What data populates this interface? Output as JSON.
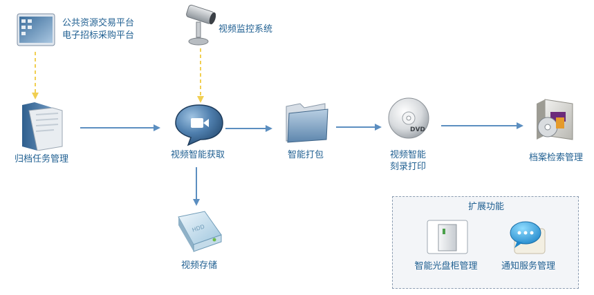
{
  "nodes": {
    "platform": {
      "line1": "公共资源交易平台",
      "line2": "电子招标采购平台"
    },
    "camera": {
      "label": "视频监控系统"
    },
    "archive_task": {
      "label": "归档任务管理"
    },
    "video_capture": {
      "label": "视频智能获取"
    },
    "packaging": {
      "label": "智能打包"
    },
    "burning": {
      "line1": "视频智能",
      "line2": "刻录打印"
    },
    "retrieval": {
      "label": "档案检索管理"
    },
    "storage": {
      "label": "视频存储"
    }
  },
  "extensions": {
    "title": "扩展功能",
    "items": [
      {
        "label": "智能光盘柜管理",
        "icon": "disc-cabinet-icon"
      },
      {
        "label": "通知服务管理",
        "icon": "chat-bubble-icon"
      }
    ]
  },
  "icons": {
    "dvd_badge": "DVD",
    "storage_badge": "HDD"
  },
  "colors": {
    "label": "#1f5f91",
    "flow_arrow": "#5b8ec0",
    "feed_arrow": "#f1cf52",
    "ext_border": "#8a9bb0"
  }
}
